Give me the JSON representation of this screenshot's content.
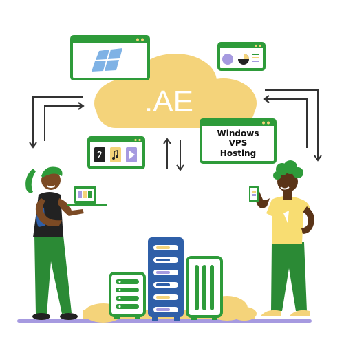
{
  "cloud": {
    "label": ".AE"
  },
  "hosting_card": {
    "lines": [
      "Windows",
      "VPS",
      "Hosting"
    ]
  },
  "icons": {
    "windows_window": "windows-logo-icon",
    "chart_window": "pie-chart-icon",
    "media_window": [
      "phone-app-icon",
      "music-note-icon",
      "play-icon"
    ]
  },
  "colors": {
    "frame_green": "#2e9b3a",
    "cloud": "#f4d37a",
    "ground": "#a69ae0",
    "server_blue": "#2f5fa8",
    "pants_green": "#2b8a35",
    "shirt_yellow": "#f8dd72"
  }
}
